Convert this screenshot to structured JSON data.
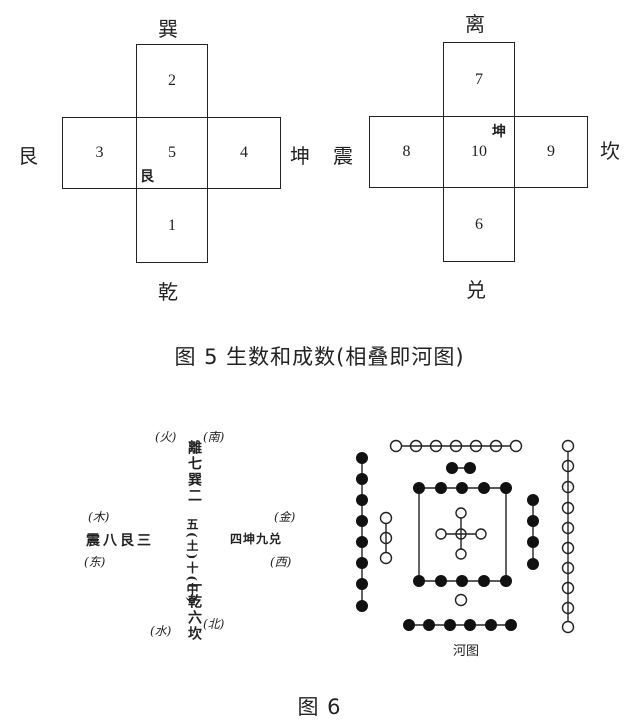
{
  "fig5": {
    "left": {
      "top": "巽",
      "left": "艮",
      "right": "坤",
      "bottom": "乾",
      "cells": {
        "top": "2",
        "left": "3",
        "center": "5",
        "right": "4",
        "bottom": "1"
      },
      "center_label": "艮"
    },
    "right": {
      "top": "离",
      "left": "震",
      "right": "坎",
      "bottom": "兑",
      "cells": {
        "top": "7",
        "left": "8",
        "center": "10",
        "right": "9",
        "bottom": "6"
      },
      "center_label": "坤"
    },
    "caption": "图 5 生数和成数(相叠即河图)"
  },
  "fig6": {
    "left_diagram": {
      "top_note_left": "(火)",
      "top_note_right": "(南)",
      "top_column": "離七巽二",
      "center_column": "五(土)十(中)",
      "bottom_column": "一乾六坎",
      "bottom_note_left": "(水)",
      "bottom_note_right": "(北)",
      "left_row": "震八艮三",
      "left_note_top": "(木)",
      "left_note_bottom": "(东)",
      "right_row": "四坤九兑",
      "right_note_top": "(金)",
      "right_note_bottom": "(西)"
    },
    "hetu_label": "河图",
    "caption": "图 6"
  },
  "colors": {
    "ink": "#222222",
    "background": "#ffffff"
  }
}
